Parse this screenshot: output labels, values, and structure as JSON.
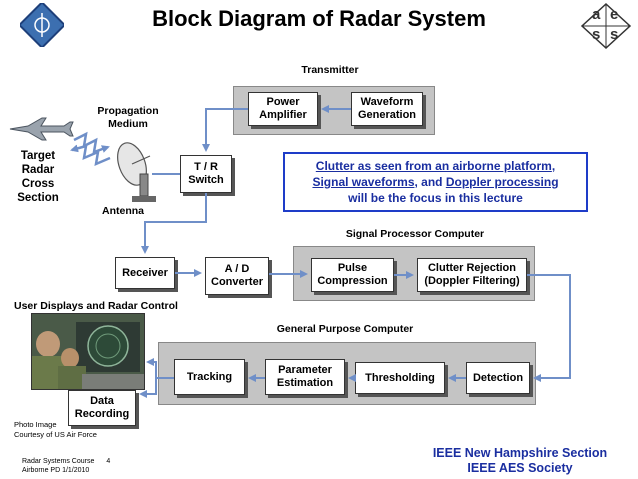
{
  "title": "Block Diagram of Radar System",
  "labels": {
    "transmitter": "Transmitter",
    "propagation_medium": "Propagation\nMedium",
    "target": "Target\nRadar\nCross\nSection",
    "antenna": "Antenna",
    "signal_processor": "Signal Processor Computer",
    "user_displays": "User Displays and Radar Control",
    "general_purpose": "General Purpose Computer",
    "photo_credit": "Photo Image\nCourtesy of US Air Force"
  },
  "blocks": {
    "power_amplifier": "Power\nAmplifier",
    "waveform_generation": "Waveform\nGeneration",
    "tr_switch": "T / R\nSwitch",
    "receiver": "Receiver",
    "ad_converter": "A / D\nConverter",
    "pulse_compression": "Pulse\nCompression",
    "clutter_rejection": "Clutter Rejection\n(Doppler Filtering)",
    "tracking": "Tracking",
    "parameter_estimation": "Parameter\nEstimation",
    "thresholding": "Thresholding",
    "detection": "Detection",
    "data_recording": "Data\nRecording"
  },
  "note": {
    "part1": "Clutter as seen from an airborne platform",
    "sep1": ",",
    "part2": "Signal waveforms",
    "sep2": ", and ",
    "part3": "Doppler processing",
    "line3": "will be the focus in this lecture"
  },
  "footer": {
    "course": "Radar Systems Course",
    "page": "4",
    "date": "Airborne PD 1/1/2010",
    "org1": "IEEE New Hampshire Section",
    "org2": "IEEE AES Society"
  },
  "logos": {
    "right_letters": [
      "a",
      "e",
      "s",
      "s"
    ]
  },
  "colors": {
    "arrow": "#6f8fc8",
    "note_border": "#1e3cc8",
    "note_text": "#1a2ea0",
    "panel": "#c4c4c4"
  }
}
